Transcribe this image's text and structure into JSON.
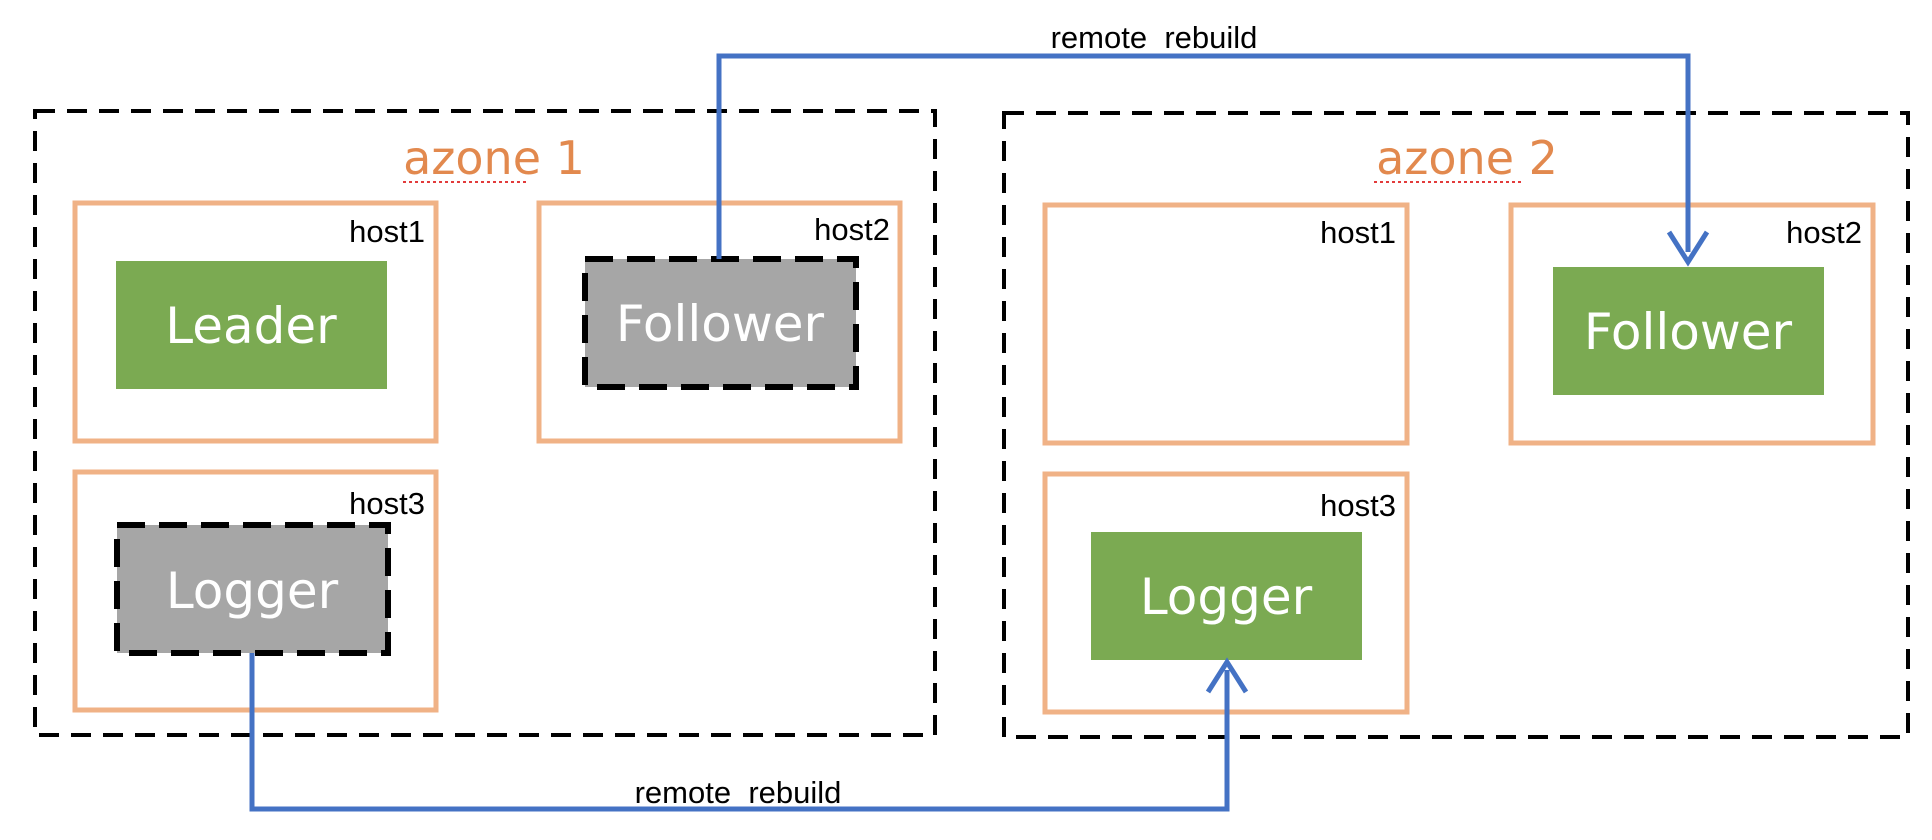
{
  "colors": {
    "zone_title": "#E2894E",
    "host_border": "#F0B286",
    "active_role": "#7BAA52",
    "inactive_role": "#A6A6A6",
    "link_line": "#4472C4",
    "zone_border": "#000000"
  },
  "zones": [
    {
      "title": "azone 1",
      "hosts": [
        {
          "label": "host1",
          "role": "Leader",
          "role_state": "active"
        },
        {
          "label": "host2",
          "role": "Follower",
          "role_state": "failed"
        },
        {
          "label": "host3",
          "role": "Logger",
          "role_state": "failed"
        }
      ]
    },
    {
      "title": "azone 2",
      "hosts": [
        {
          "label": "host1",
          "role": "",
          "role_state": "empty"
        },
        {
          "label": "host2",
          "role": "Follower",
          "role_state": "active"
        },
        {
          "label": "host3",
          "role": "Logger",
          "role_state": "active"
        }
      ]
    }
  ],
  "links": [
    {
      "label": "remote  rebuild",
      "from": "azone 1 / host2 / Follower",
      "to": "azone 2 / host2 / Follower"
    },
    {
      "label": "remote  rebuild",
      "from": "azone 1 / host3 / Logger",
      "to": "azone 2 / host3 / Logger"
    }
  ]
}
